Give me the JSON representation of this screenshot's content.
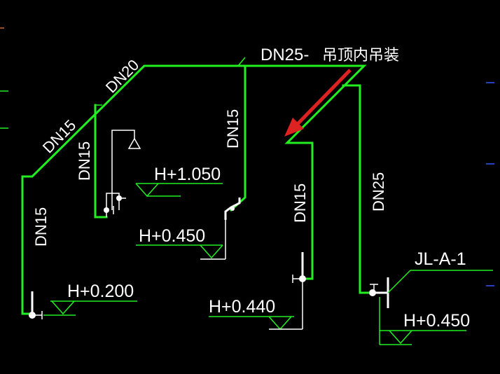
{
  "labels": {
    "dn25_top": "DN25-",
    "note_ceiling": "吊顶内吊装",
    "dn20": "DN20",
    "dn15_left": "DN15",
    "dn15_branch": "DN15",
    "dn15_riser_a": "DN15",
    "dn15_riser_b": "DN15",
    "dn15_riser_c": "DN15",
    "dn25_right": "DN25",
    "riser_id": "JL-A-1"
  },
  "elevations": {
    "shower": "H+1.050",
    "valve": "H+0.450",
    "floor_left": "H+0.200",
    "riser_b": "H+0.440",
    "riser_main": "H+0.450"
  },
  "colors": {
    "background": "#000000",
    "pipe": "#22ee22",
    "annotation": "#ffffff",
    "arrow": "#dd2222"
  }
}
